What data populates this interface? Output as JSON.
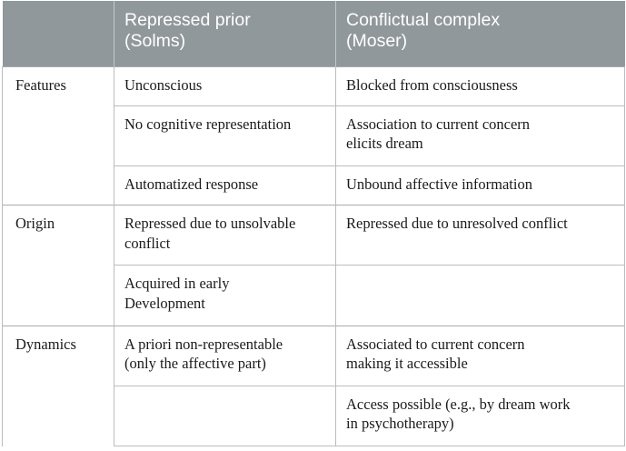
{
  "table": {
    "caption": "",
    "columns": [
      {
        "key": "group",
        "label": ""
      },
      {
        "key": "solms",
        "label": "Repressed prior\n(Solms)",
        "label_line1": "Repressed prior",
        "label_line2": "(Solms)"
      },
      {
        "key": "moser",
        "label": "Conflictual complex\n(Moser)",
        "label_line1": "Conflictual complex",
        "label_line2": "(Moser)"
      }
    ],
    "groups": [
      {
        "name": "Features",
        "rows": [
          {
            "solms": "Unconscious",
            "solms_line1": "Unconscious",
            "solms_line2": "",
            "moser": "Blocked from consciousness",
            "moser_line1": "Blocked from consciousness",
            "moser_line2": ""
          },
          {
            "solms": "No cognitive representation",
            "solms_line1": "No cognitive representation",
            "solms_line2": "",
            "moser": "Association to current concern elicits dream",
            "moser_line1": "Association to current concern",
            "moser_line2": "elicits dream"
          },
          {
            "solms": "Automatized response",
            "solms_line1": "Automatized response",
            "solms_line2": "",
            "moser": "Unbound affective information",
            "moser_line1": "Unbound affective information",
            "moser_line2": ""
          }
        ]
      },
      {
        "name": "Origin",
        "rows": [
          {
            "solms": "Repressed due to unsolvable conflict",
            "solms_line1": "Repressed due to unsolvable",
            "solms_line2": "conflict",
            "moser": "Repressed due to unresolved conflict",
            "moser_line1": "Repressed due to unresolved conflict",
            "moser_line2": ""
          },
          {
            "solms": "Acquired in early Development",
            "solms_line1": "Acquired in early",
            "solms_line2": "Development",
            "moser": "",
            "moser_line1": "",
            "moser_line2": ""
          }
        ]
      },
      {
        "name": "Dynamics",
        "rows": [
          {
            "solms": "A priori non-representable (only the affective part)",
            "solms_line1": "A priori non-representable",
            "solms_line2": "(only the affective part)",
            "moser": "Associated to current concern making it accessible",
            "moser_line1": "Associated to current concern",
            "moser_line2": "making it accessible"
          },
          {
            "solms": "",
            "solms_line1": "",
            "solms_line2": "",
            "moser": "Access possible (e.g., by dream work in psychotherapy)",
            "moser_line1": "Access possible (e.g., by dream work",
            "moser_line2": "in psychotherapy)"
          }
        ]
      }
    ]
  },
  "colors": {
    "header_background": "#91989c",
    "header_text": "#ffffff",
    "body_text": "#1a1a1a",
    "grid_line": "#b9bdbf",
    "group_line": "#a7abad",
    "page_background": "#ffffff"
  }
}
